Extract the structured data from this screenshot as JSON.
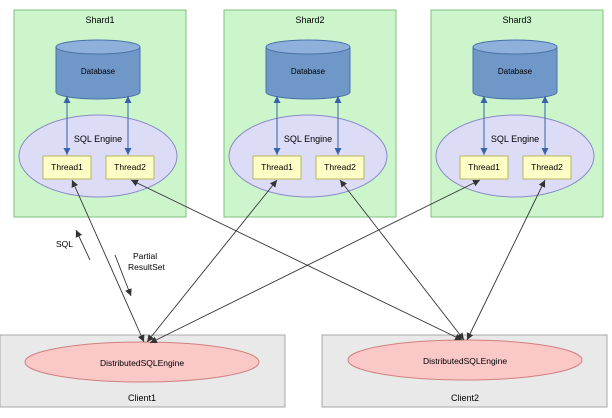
{
  "shards": [
    {
      "title": "Shard1",
      "database": "Database",
      "engine": "SQL Engine",
      "thread1": "Thread1",
      "thread2": "Thread2"
    },
    {
      "title": "Shard2",
      "database": "Database",
      "engine": "SQL Engine",
      "thread1": "Thread1",
      "thread2": "Thread2"
    },
    {
      "title": "Shard3",
      "database": "Database",
      "engine": "SQL Engine",
      "thread1": "Thread1",
      "thread2": "Thread2"
    }
  ],
  "clients": [
    {
      "engine": "DistributedSQLEngine",
      "title": "Client1"
    },
    {
      "engine": "DistributedSQLEngine",
      "title": "Client2"
    }
  ],
  "annotations": {
    "sql": "SQL",
    "partial_line1": "Partial",
    "partial_line2": "ResultSet"
  },
  "colors": {
    "shard_fill": "#ccf5cc",
    "shard_border": "#7fbf7f",
    "database_fill": "#6f98c8",
    "database_top": "#8eb0da",
    "engine_fill": "#dcdcf6",
    "thread_fill": "#fdfdc6",
    "client_fill": "#e9e9e9",
    "client_engine_fill": "#fbc8c8",
    "arrow_blue": "#3a62a8"
  }
}
